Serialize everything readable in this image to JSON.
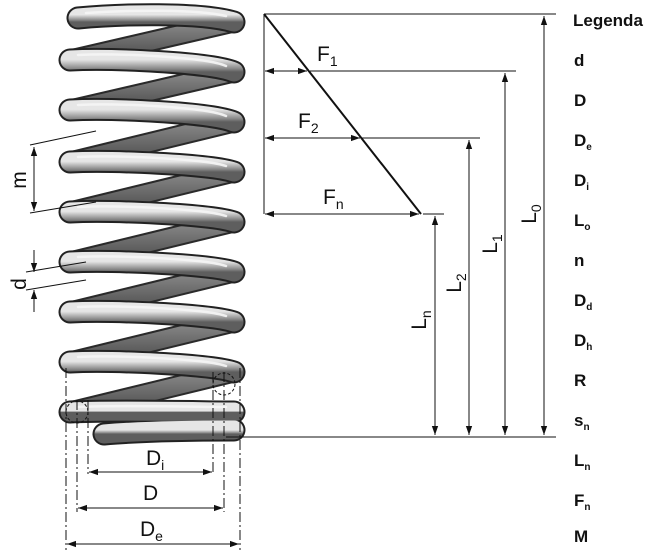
{
  "spring_labels": {
    "m": "m",
    "d": "d",
    "Di": {
      "main": "D",
      "sub": "i"
    },
    "D": "D",
    "De": {
      "main": "D",
      "sub": "e"
    }
  },
  "force_labels": {
    "F1": {
      "main": "F",
      "sub": "1"
    },
    "F2": {
      "main": "F",
      "sub": "2"
    },
    "Fn": {
      "main": "F",
      "sub": "n"
    }
  },
  "length_labels": {
    "L0": {
      "main": "L",
      "sub": "0"
    },
    "L1": {
      "main": "L",
      "sub": "1"
    },
    "L2": {
      "main": "L",
      "sub": "2"
    },
    "Ln": {
      "main": "L",
      "sub": "n"
    }
  },
  "legend": {
    "title": "Legenda",
    "items": [
      {
        "main": "d",
        "sub": ""
      },
      {
        "main": "D",
        "sub": ""
      },
      {
        "main": "D",
        "sub": "e"
      },
      {
        "main": "D",
        "sub": "i"
      },
      {
        "main": "L",
        "sub": "o"
      },
      {
        "main": "n",
        "sub": ""
      },
      {
        "main": "D",
        "sub": "d"
      },
      {
        "main": "D",
        "sub": "h"
      },
      {
        "main": "R",
        "sub": ""
      },
      {
        "main": "s",
        "sub": "n"
      },
      {
        "main": "L",
        "sub": "n"
      },
      {
        "main": "F",
        "sub": "n"
      },
      {
        "main": "M",
        "sub": ""
      }
    ]
  }
}
